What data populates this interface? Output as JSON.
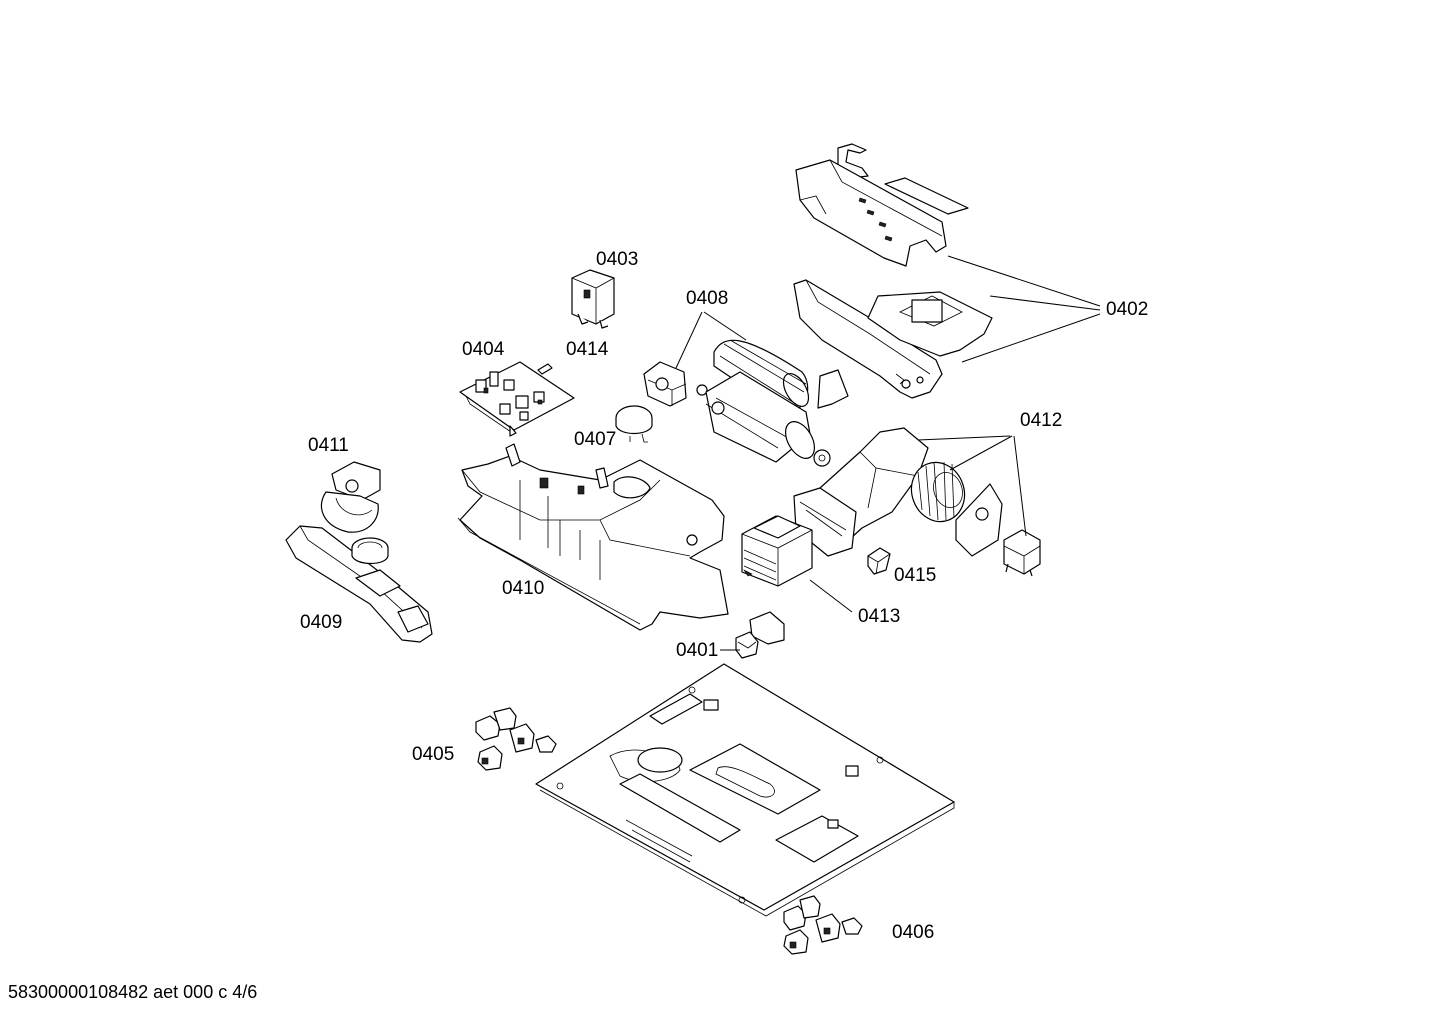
{
  "labels": {
    "p0401": "0401",
    "p0402": "0402",
    "p0403": "0403",
    "p0404": "0404",
    "p0405": "0405",
    "p0406": "0406",
    "p0407": "0407",
    "p0408": "0408",
    "p0409": "0409",
    "p0410": "0410",
    "p0411": "0411",
    "p0412": "0412",
    "p0413": "0413",
    "p0414": "0414",
    "p0415": "0415"
  },
  "footer": {
    "drawing_id": "58300000108482 aet 000 c 4/6"
  }
}
